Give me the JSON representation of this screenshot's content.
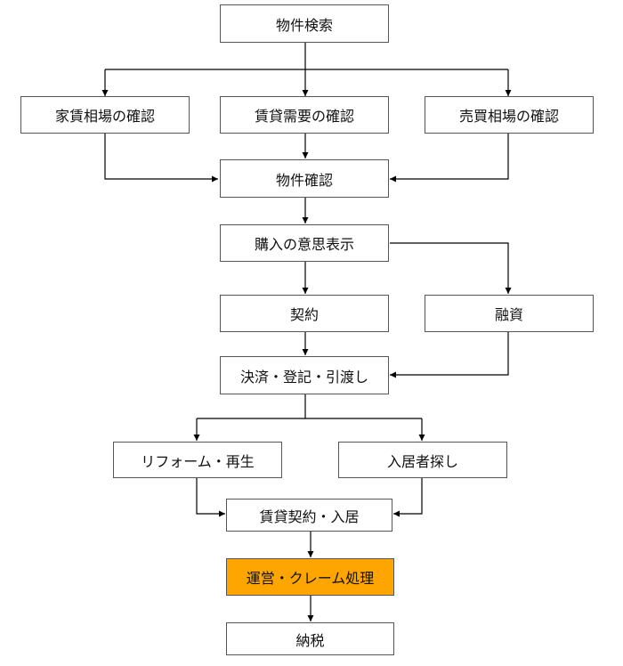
{
  "diagram": {
    "nodes": [
      {
        "id": "search",
        "label": "物件検索"
      },
      {
        "id": "rent_market",
        "label": "家賃相場の確認"
      },
      {
        "id": "rental_demand",
        "label": "賃貸需要の確認"
      },
      {
        "id": "sale_market",
        "label": "売買相場の確認"
      },
      {
        "id": "property_check",
        "label": "物件確認"
      },
      {
        "id": "purchase_intent",
        "label": "購入の意思表示"
      },
      {
        "id": "contract",
        "label": "契約"
      },
      {
        "id": "financing",
        "label": "融資"
      },
      {
        "id": "settlement",
        "label": "決済・登記・引渡し"
      },
      {
        "id": "reform",
        "label": "リフォーム・再生"
      },
      {
        "id": "tenant_search",
        "label": "入居者探し"
      },
      {
        "id": "lease",
        "label": "賃貸契約・入居"
      },
      {
        "id": "operation",
        "label": "運営・クレーム処理"
      },
      {
        "id": "tax",
        "label": "納税"
      }
    ],
    "highlight_color": "#ffa500",
    "highlighted_node": "operation",
    "edges": [
      [
        "search",
        "rent_market"
      ],
      [
        "search",
        "rental_demand"
      ],
      [
        "search",
        "sale_market"
      ],
      [
        "rent_market",
        "property_check"
      ],
      [
        "rental_demand",
        "property_check"
      ],
      [
        "sale_market",
        "property_check"
      ],
      [
        "property_check",
        "purchase_intent"
      ],
      [
        "purchase_intent",
        "contract"
      ],
      [
        "purchase_intent",
        "financing"
      ],
      [
        "contract",
        "settlement"
      ],
      [
        "financing",
        "settlement"
      ],
      [
        "settlement",
        "reform"
      ],
      [
        "settlement",
        "tenant_search"
      ],
      [
        "reform",
        "lease"
      ],
      [
        "tenant_search",
        "lease"
      ],
      [
        "lease",
        "operation"
      ],
      [
        "operation",
        "tax"
      ]
    ]
  }
}
